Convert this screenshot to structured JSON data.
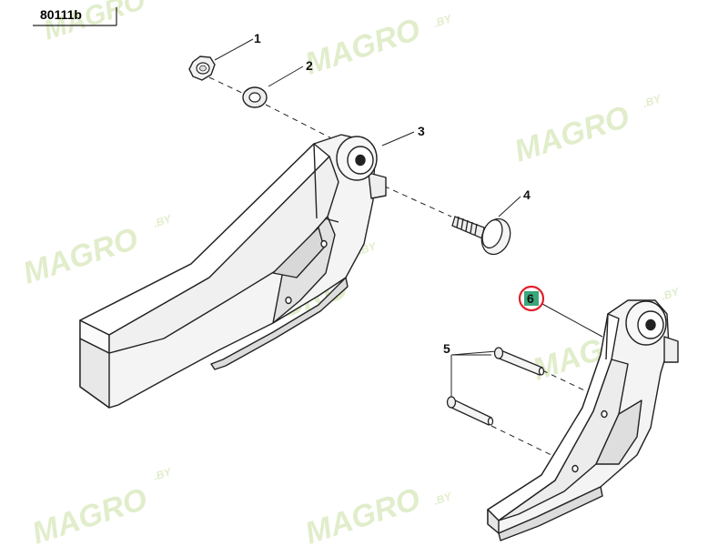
{
  "diagram": {
    "code": "80111b",
    "callouts": [
      {
        "id": "1",
        "label": "1"
      },
      {
        "id": "2",
        "label": "2"
      },
      {
        "id": "3",
        "label": "3"
      },
      {
        "id": "4",
        "label": "4"
      },
      {
        "id": "5",
        "label": "5"
      },
      {
        "id": "6",
        "label": "6",
        "highlighted": true
      }
    ],
    "highlight_color": "#e0202a",
    "highlight_fill": "#3aa77a"
  },
  "watermark": {
    "brand": "MAGRO",
    "suffix": ".BY",
    "color": "#cfe3a8"
  }
}
